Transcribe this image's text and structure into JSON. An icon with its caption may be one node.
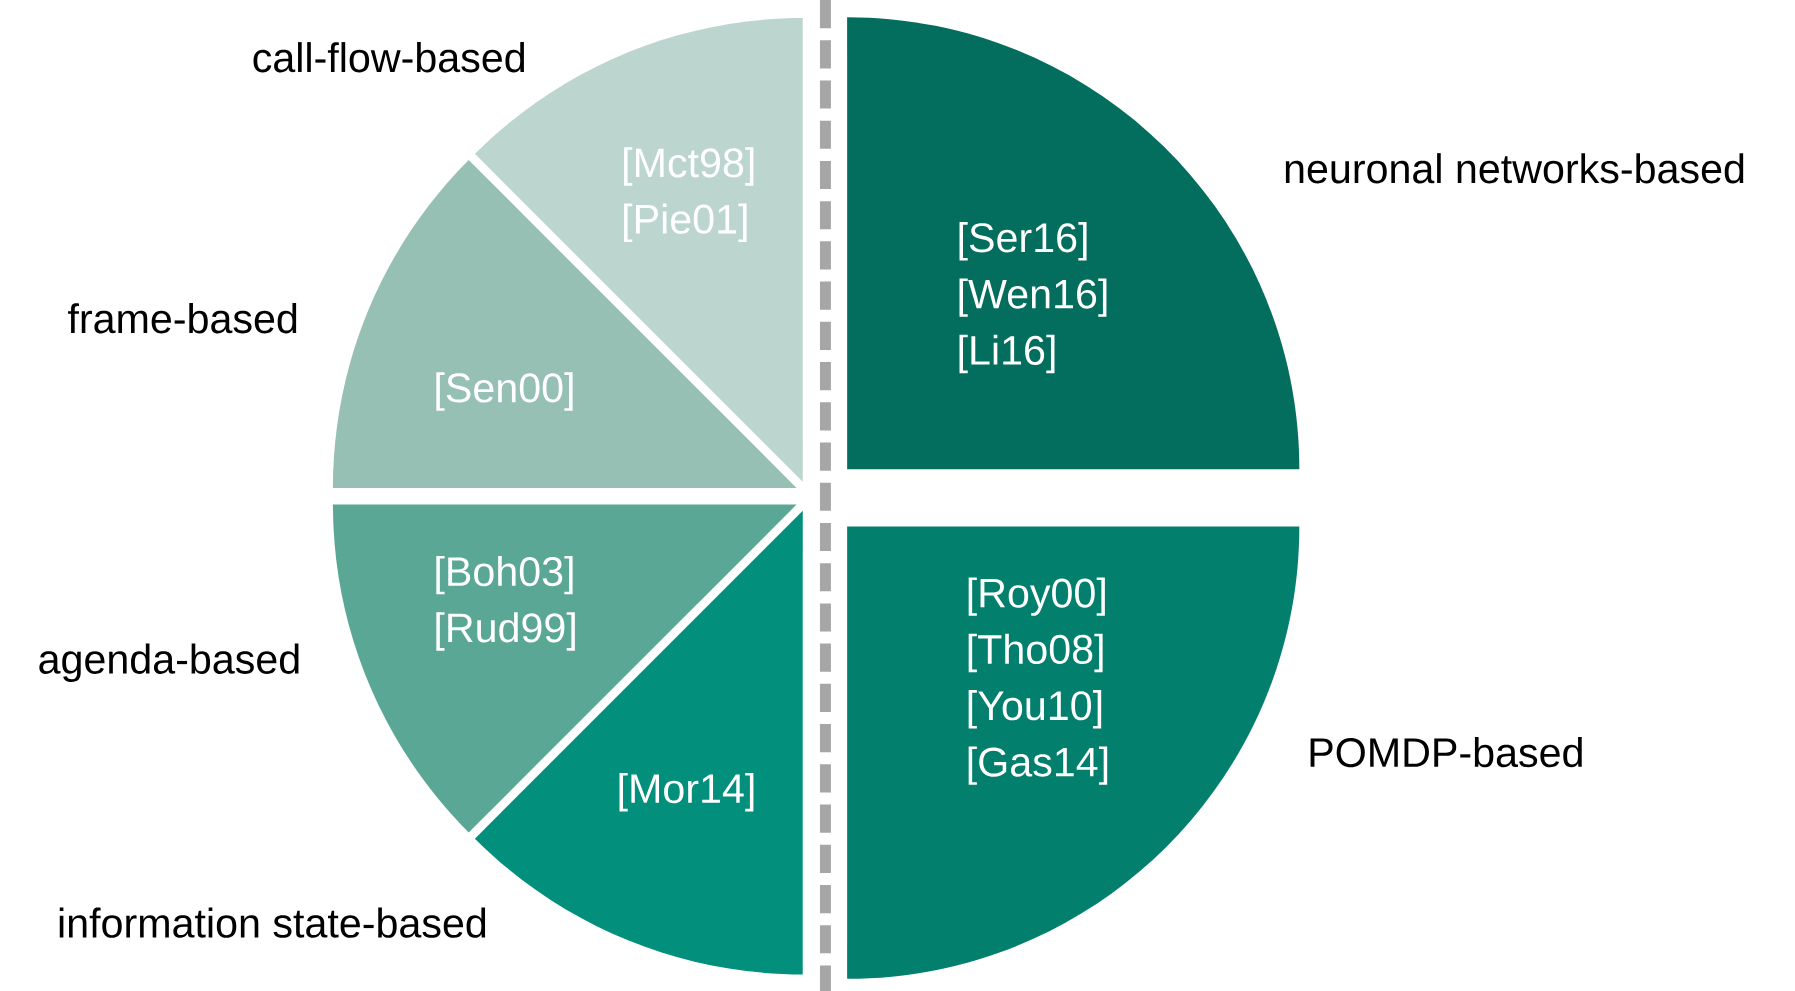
{
  "diagram": {
    "nodes": [
      {
        "text": [
          "call-flow-based",
          "[Mct98] [Pie01]"
        ]
      },
      {
        "text": [
          "neuronal networks-based",
          "[Ser16] [Wen16] [Li16]"
        ]
      },
      {
        "text": [
          "frame-based",
          "[Sen00]"
        ]
      },
      {
        "text": [
          "agenda-based",
          "[Boh03] [Rud99]"
        ]
      },
      {
        "text": [
          "[Roy00] [Tho08] [You10] [Gas14]",
          "POMDP-based"
        ]
      },
      {
        "text": [
          "information state-based",
          "[Mor14]"
        ]
      }
    ]
  }
}
